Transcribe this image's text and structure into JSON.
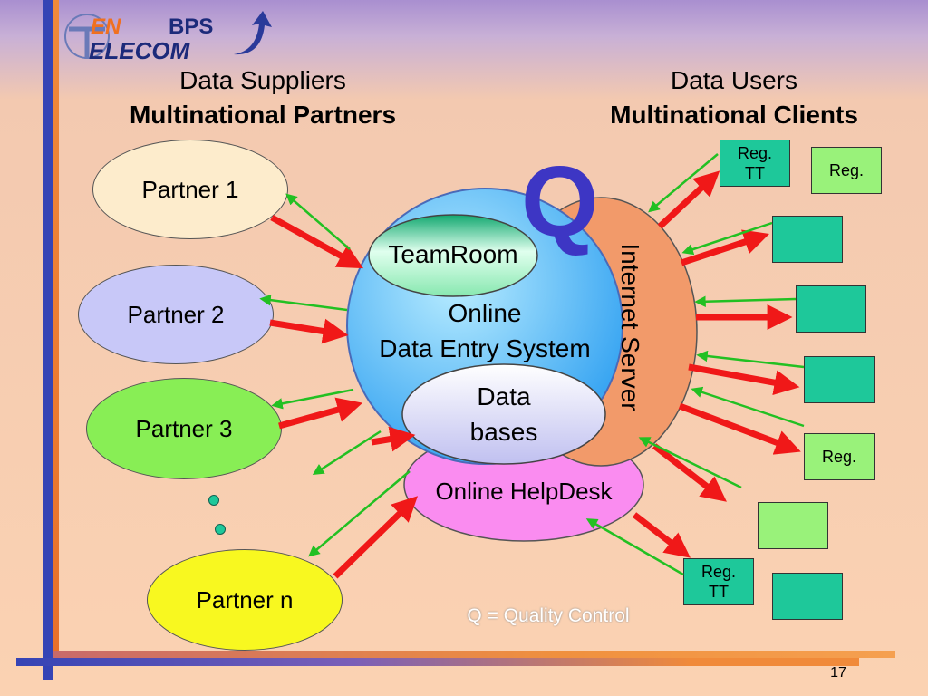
{
  "logo": {
    "line1_left": "EN",
    "line1_right": "BPS",
    "line2": "ELECOM"
  },
  "headers": {
    "suppliers_line1": "Data Suppliers",
    "suppliers_line2": "Multinational Partners",
    "users_line1": "Data Users",
    "users_line2": "Multinational Clients"
  },
  "partners": [
    "Partner 1",
    "Partner 2",
    "Partner 3",
    "Partner n"
  ],
  "core": {
    "teamroom": "TeamRoom",
    "system_line1": "Online",
    "system_line2": "Data Entry System",
    "databases_line1": "Data",
    "databases_line2": "bases",
    "helpdesk": "Online HelpDesk",
    "server": "Internet Server",
    "q": "Q"
  },
  "clients": {
    "reg_tt_1_line1": "Reg.",
    "reg_tt_1_line2": "TT",
    "reg_1": "Reg.",
    "reg_2": "Reg.",
    "reg_tt_2_line1": "Reg.",
    "reg_tt_2_line2": "TT"
  },
  "footer": {
    "legend": "Q = Quality Control",
    "page": "17"
  },
  "colors": {
    "red_arrow": "#f01818",
    "green_arrow": "#22c022",
    "client_dark": "#1ec89a",
    "client_light": "#99f27a",
    "server": "#f29a6a",
    "q_color": "#3d36c4"
  }
}
